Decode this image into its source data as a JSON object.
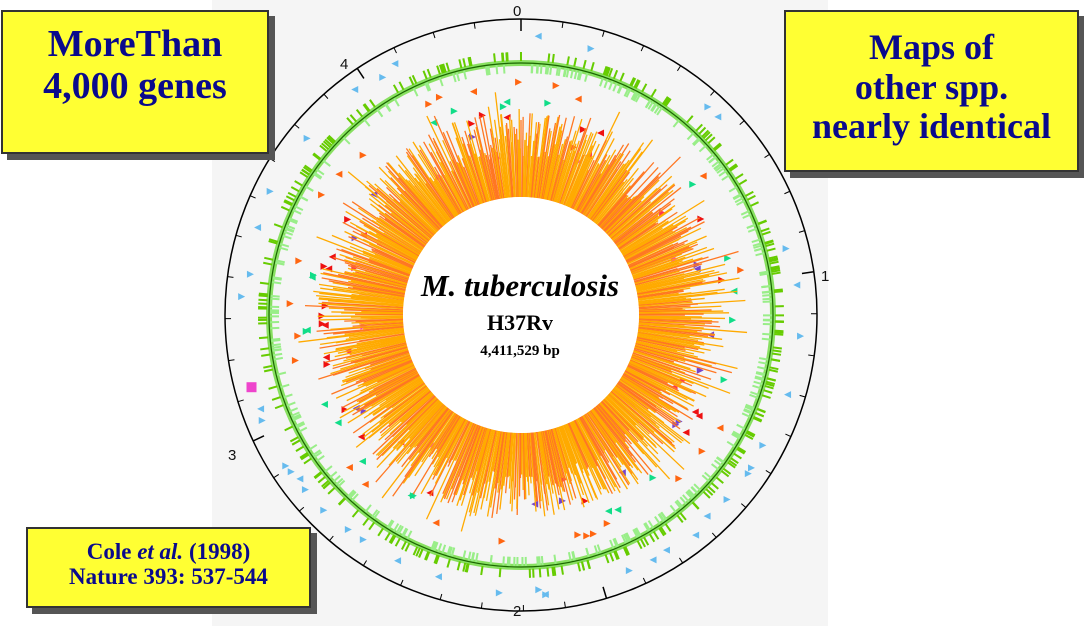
{
  "genome": {
    "species": "M. tuberculosis",
    "strain": "H37Rv",
    "size": "4,411,529 bp",
    "scale_ticks": [
      "0",
      "1",
      "2",
      "3",
      "4"
    ]
  },
  "callouts": {
    "genes": {
      "line1": "MoreThan",
      "line2": "4,000 genes"
    },
    "maps": {
      "line1": "Maps of",
      "line2": "other spp.",
      "line3": "nearly identical"
    },
    "citation": {
      "author": "Cole ",
      "etal": "et al.",
      "year": " (1998)",
      "journal": "Nature 393: 537-544"
    }
  },
  "colors": {
    "callout_bg": "#ffff33",
    "callout_text": "#0a0a8c",
    "genes_dark": "#66cc00",
    "genes_light": "#99ee88",
    "gc_bars": [
      "#ffaa00",
      "#ff7722"
    ],
    "features": [
      "#66bbee",
      "#ff3355",
      "#11dd88",
      "#ff6611",
      "#7744cc",
      "#ee1111",
      "#ff33cc"
    ]
  }
}
